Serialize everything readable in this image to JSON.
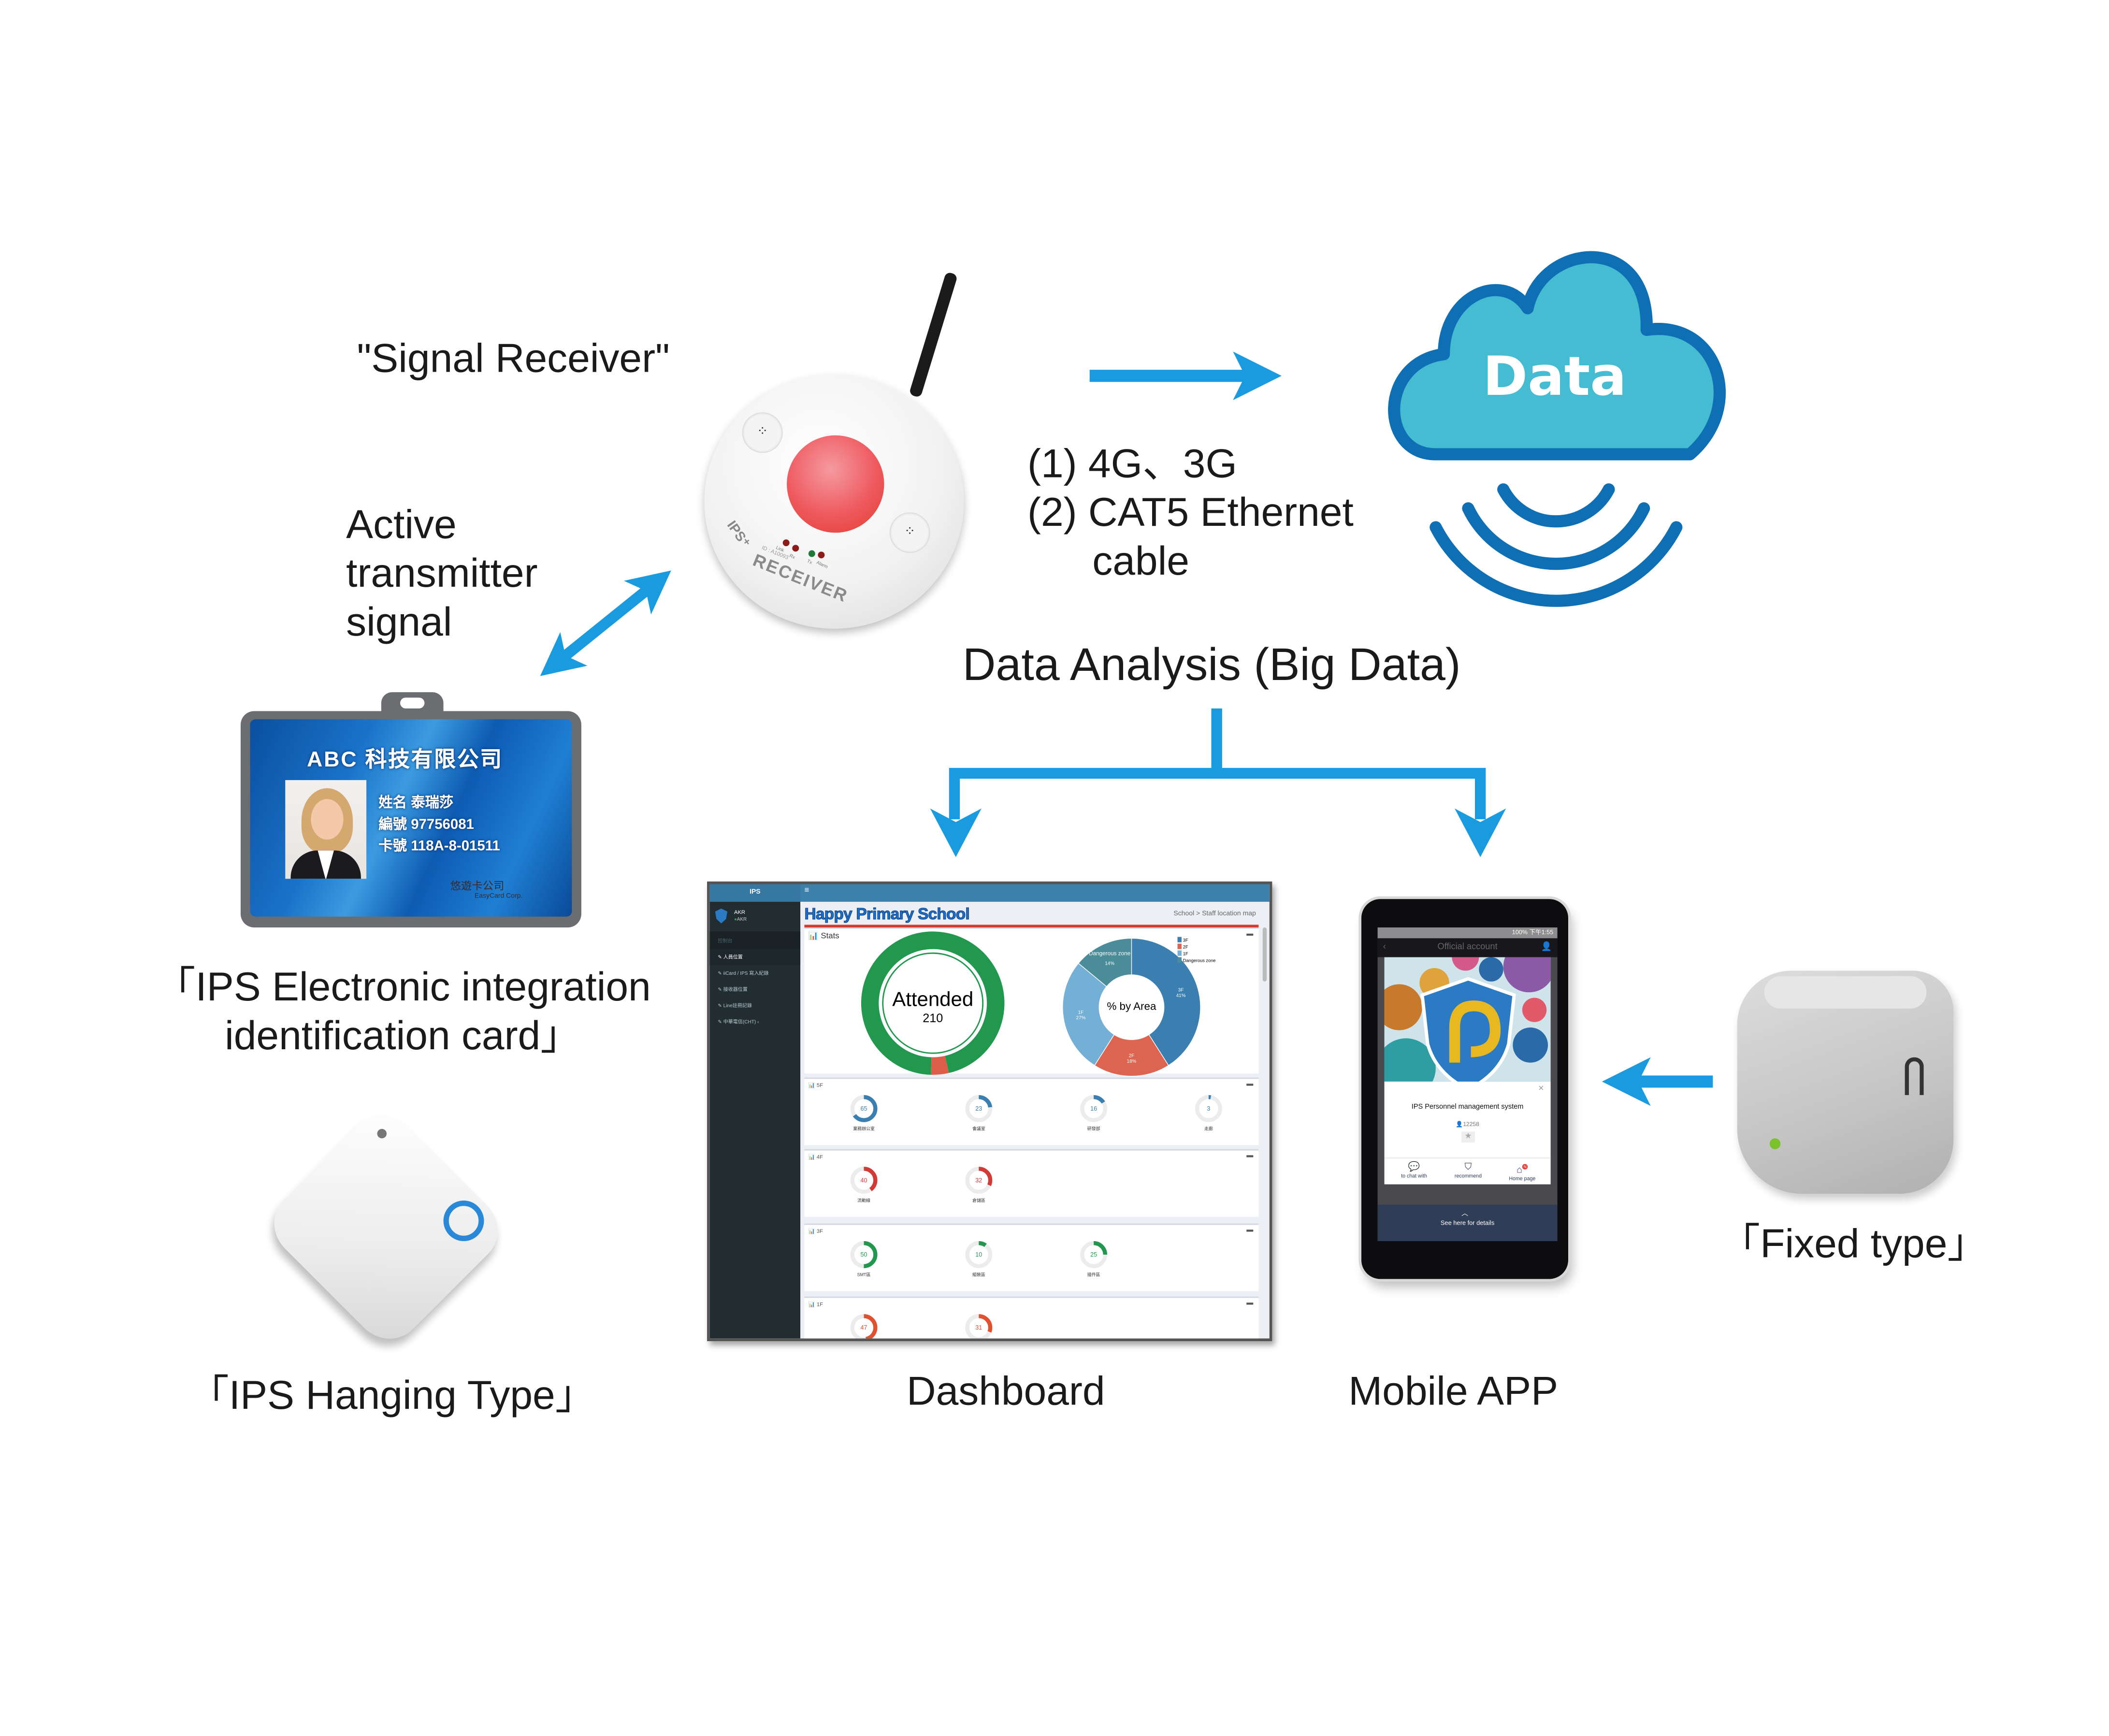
{
  "colors": {
    "arrow": "#1a9be0",
    "cloud_fill": "#45bcd1",
    "cloud_stroke": "#0f6fb5",
    "waves": "#0f6fb5"
  },
  "labels": {
    "signal_receiver": "\"Signal Receiver\"",
    "active_signal": [
      "Active",
      "transmitter",
      "signal"
    ],
    "connection": [
      "(1) 4G、3G",
      "(2) CAT5 Ethernet",
      "cable"
    ],
    "cloud": "Data",
    "data_analysis": "Data Analysis (Big Data)",
    "id_card_caption": [
      "「IPS Electronic integration",
      "identification card」"
    ],
    "hanging_caption": "「IPS Hanging Type」",
    "dashboard_caption": "Dashboard",
    "mobile_caption": "Mobile APP",
    "fixed_caption": "「Fixed type」"
  },
  "receiver": {
    "brand": "IPS⁺",
    "model": "RECEIVER",
    "id": "ID : A10093",
    "leds": [
      "Link",
      "Rx",
      "Tx",
      "Alarm"
    ]
  },
  "id_card": {
    "company": "ABC 科技有限公司",
    "name_label": "姓名",
    "name": "泰瑞莎",
    "number_label": "編號",
    "number": "97756081",
    "card_label": "卡號",
    "card": "118A-8-01511",
    "issuer": "悠遊卡公司",
    "issuer_en": "EasyCard Corp."
  },
  "dashboard": {
    "brand": "IPS",
    "menu_icon": "hamburger-icon",
    "user": "AKR",
    "status": "AKR",
    "sidebar": [
      "控制台",
      "人員位置",
      "iiCard / IPS 寫入紀錄",
      "接收器位置",
      "Line註冊記錄",
      "中華電信(CHT)"
    ],
    "title": "Happy Primary School",
    "breadcrumb": "School > Staff location map",
    "stats_title": "Stats",
    "attended": {
      "label": "Attended",
      "value": "210",
      "fraction": 0.96,
      "color": "#22984f",
      "rest_color": "#dd5e48"
    },
    "area": {
      "label": "% by Area",
      "legend": [
        "3F",
        "2F",
        "1F",
        "Dangerous zone"
      ],
      "slices": [
        {
          "name": "3F",
          "pct": 41,
          "text": "41%",
          "color": "#3a7fb0"
        },
        {
          "name": "2F",
          "pct": 18,
          "text": "18%",
          "color": "#dd6450"
        },
        {
          "name": "1F",
          "pct": 27,
          "text": "27%",
          "color": "#74afd5"
        },
        {
          "name": "Dangerous zone",
          "pct": 14,
          "text": "14%",
          "color": "#4a8c98"
        }
      ]
    },
    "floors": [
      {
        "name": "5F",
        "color": "#3a7fb0",
        "gauges": [
          {
            "value": 65,
            "label": "業務辦公室"
          },
          {
            "value": 23,
            "label": "會議室"
          },
          {
            "value": 16,
            "label": "研發部"
          },
          {
            "value": 3,
            "label": "走廊"
          }
        ]
      },
      {
        "name": "4F",
        "color": "#d33a35",
        "gauges": [
          {
            "value": 40,
            "label": "流動線"
          },
          {
            "value": 32,
            "label": "倉儲區"
          }
        ]
      },
      {
        "name": "3F",
        "color": "#22984f",
        "gauges": [
          {
            "value": 50,
            "label": "SMT區"
          },
          {
            "value": 10,
            "label": "組裝區"
          },
          {
            "value": 25,
            "label": "插件區"
          }
        ]
      },
      {
        "name": "1F",
        "color": "#e0512f",
        "gauges": [
          {
            "value": 47,
            "label": ""
          },
          {
            "value": 31,
            "label": ""
          }
        ]
      }
    ]
  },
  "phone": {
    "status": "100%  下午1:55",
    "header": "Official account",
    "account_name": "IPS Personnel management system",
    "followers": "12258",
    "buttons": [
      "to chat with",
      "recommend",
      "Home page"
    ],
    "badge": "N",
    "footer": "See here for details"
  }
}
